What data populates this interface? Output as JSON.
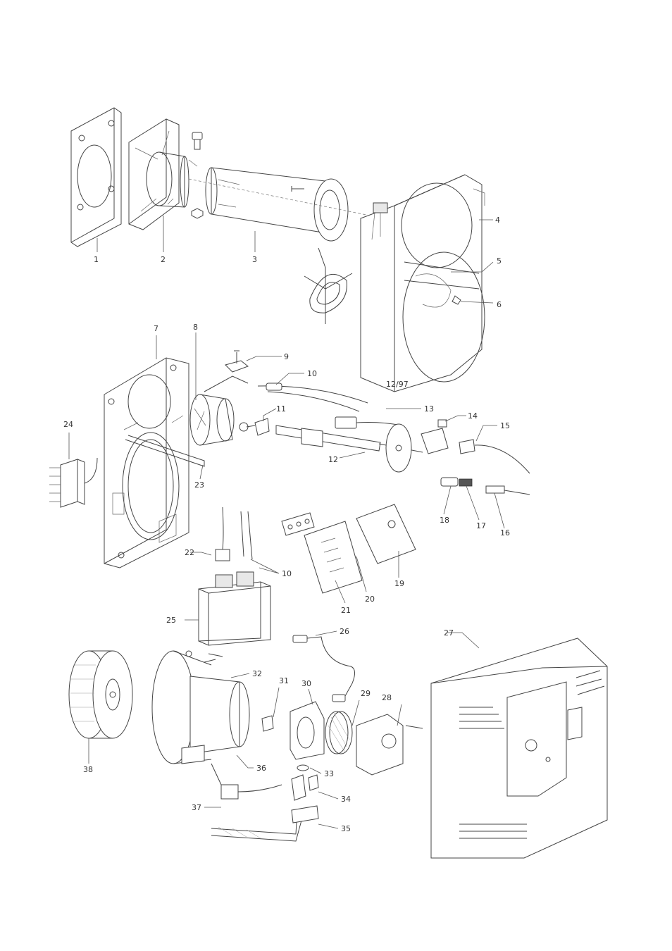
{
  "diagram": {
    "stamp": "12/97",
    "parts": [
      {
        "num": "1"
      },
      {
        "num": "2"
      },
      {
        "num": "3"
      },
      {
        "num": "4"
      },
      {
        "num": "5"
      },
      {
        "num": "6"
      },
      {
        "num": "7"
      },
      {
        "num": "8"
      },
      {
        "num": "9"
      },
      {
        "num": "10"
      },
      {
        "num": "11"
      },
      {
        "num": "12"
      },
      {
        "num": "13"
      },
      {
        "num": "14"
      },
      {
        "num": "15"
      },
      {
        "num": "16"
      },
      {
        "num": "17"
      },
      {
        "num": "18"
      },
      {
        "num": "19"
      },
      {
        "num": "20"
      },
      {
        "num": "21"
      },
      {
        "num": "22"
      },
      {
        "num": "23"
      },
      {
        "num": "24"
      },
      {
        "num": "25"
      },
      {
        "num": "26"
      },
      {
        "num": "27"
      },
      {
        "num": "28"
      },
      {
        "num": "29"
      },
      {
        "num": "30"
      },
      {
        "num": "31"
      },
      {
        "num": "32"
      },
      {
        "num": "33"
      },
      {
        "num": "34"
      },
      {
        "num": "35"
      },
      {
        "num": "36"
      },
      {
        "num": "37"
      },
      {
        "num": "38"
      },
      {
        "num": "10"
      }
    ]
  }
}
